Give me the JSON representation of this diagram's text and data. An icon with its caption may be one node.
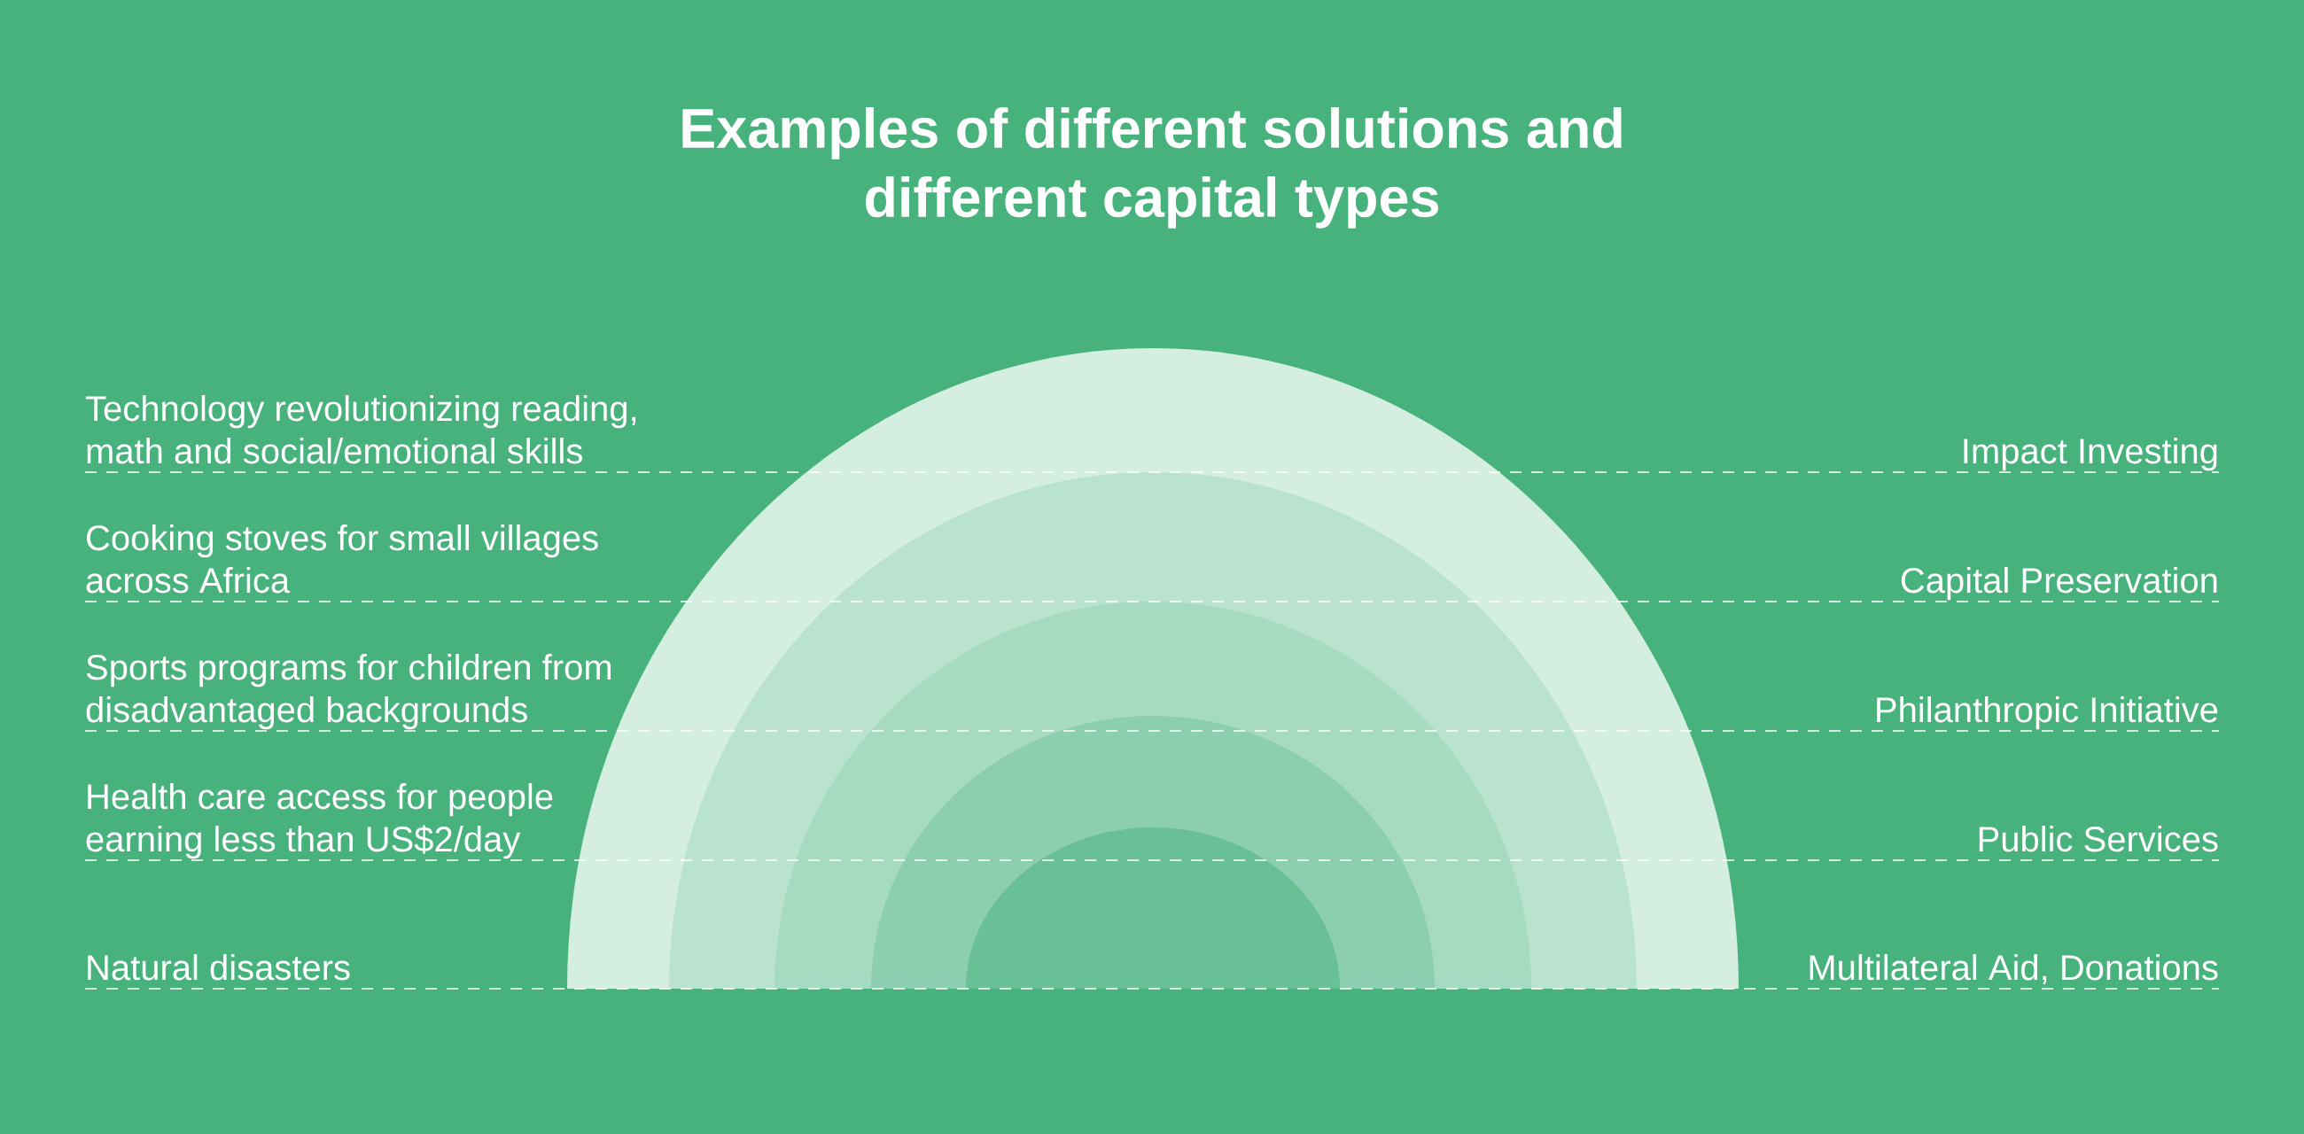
{
  "diagram": {
    "title": "Examples of different solutions and different capital types",
    "nodes": [
      {
        "text": [
          "Technology revolutionizing reading, math and social/emotional skills"
        ]
      },
      {
        "text": [
          "Impact Investing"
        ]
      },
      {
        "text": [
          "Cooking stoves for small villages across Africa"
        ]
      },
      {
        "text": [
          "Capital Preservation"
        ]
      },
      {
        "text": [
          "Sports programs for children from disadvantaged backgrounds"
        ]
      },
      {
        "text": [
          "Philanthropic Initiative"
        ]
      },
      {
        "text": [
          "Health care access for people earning less than US$2/day"
        ]
      },
      {
        "text": [
          "Public Services"
        ]
      },
      {
        "text": [
          "Natural disasters"
        ]
      },
      {
        "text": [
          "Multilateral Aid, Donations"
        ]
      }
    ],
    "edges": [
      {
        "from": 0,
        "to": 1,
        "arrow": "none",
        "style": "dashed"
      },
      {
        "from": 2,
        "to": 3,
        "arrow": "none",
        "style": "dashed"
      },
      {
        "from": 4,
        "to": 5,
        "arrow": "none",
        "style": "dashed"
      },
      {
        "from": 6,
        "to": 7,
        "arrow": "none",
        "style": "dashed"
      },
      {
        "from": 8,
        "to": 9,
        "arrow": "none",
        "style": "dashed"
      }
    ]
  }
}
